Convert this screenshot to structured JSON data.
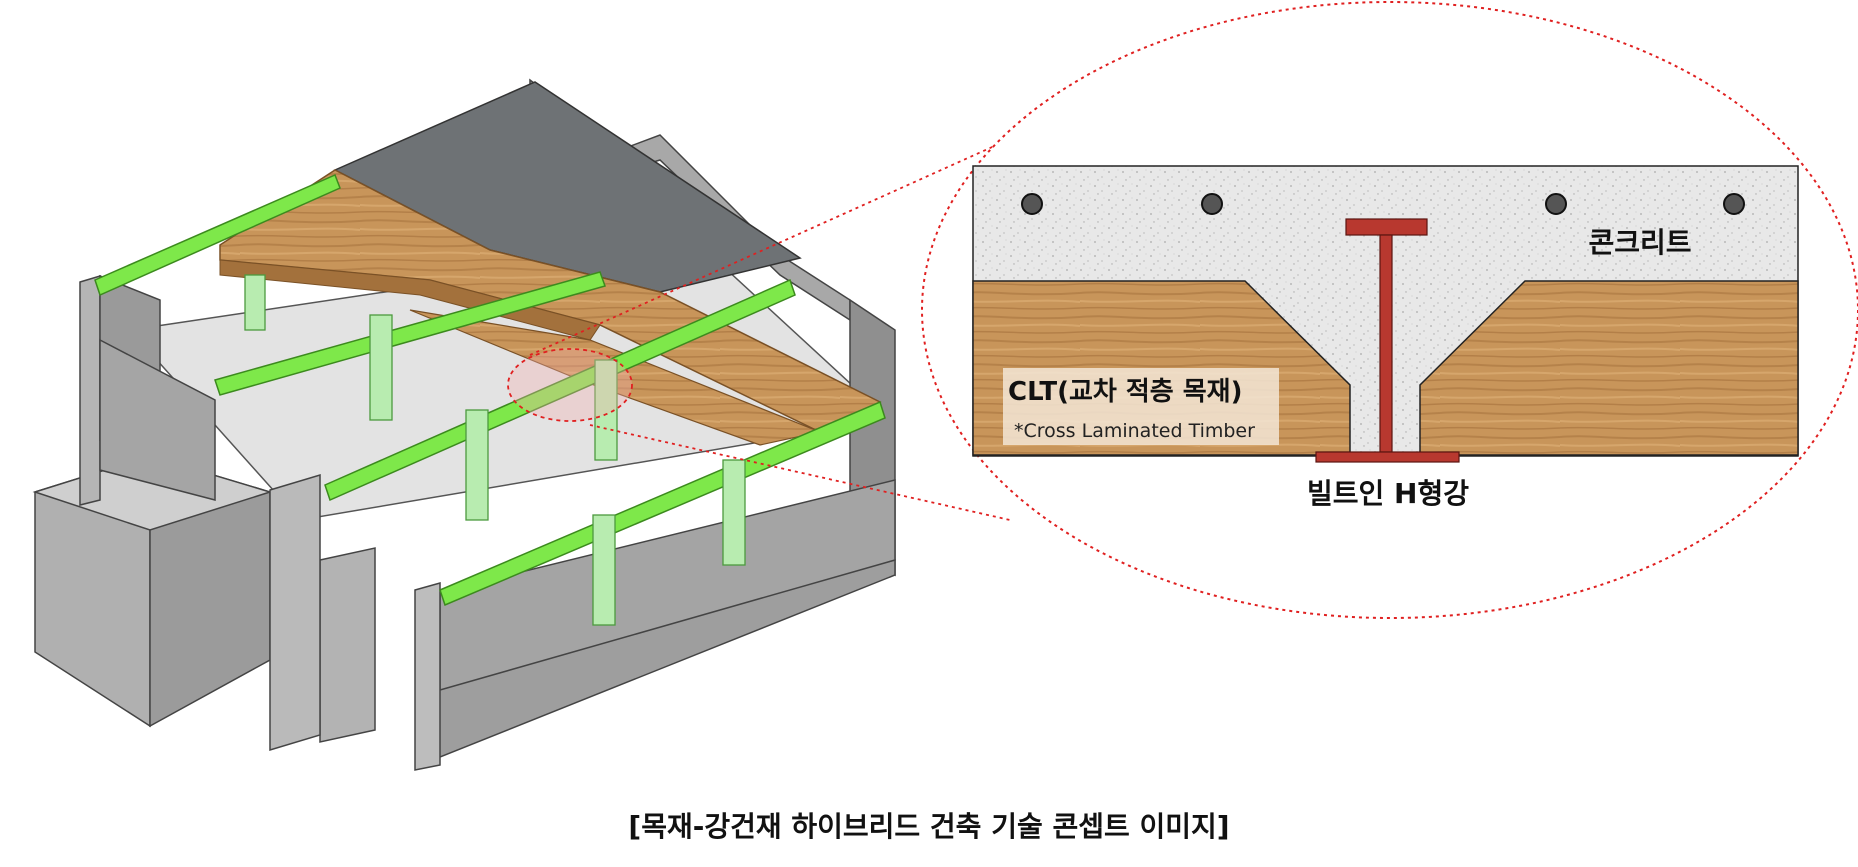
{
  "labels": {
    "concrete": "콘크리트",
    "clt": "CLT(교차 적층 목재)",
    "clt_note": "*Cross Laminated Timber",
    "h_beam": "빌트인 H형강"
  },
  "caption": "[목재-강건재 하이브리드 건축 기술 콘셉트 이미지]",
  "colors": {
    "concrete_wall": "#a9a9a9",
    "steel_beam": "#7ee84a",
    "column": "#b8ecb0",
    "timber": "#c9985a",
    "slab_dark": "#6e7275",
    "h_beam": "#b8382f",
    "callout_line": "#e02020"
  }
}
